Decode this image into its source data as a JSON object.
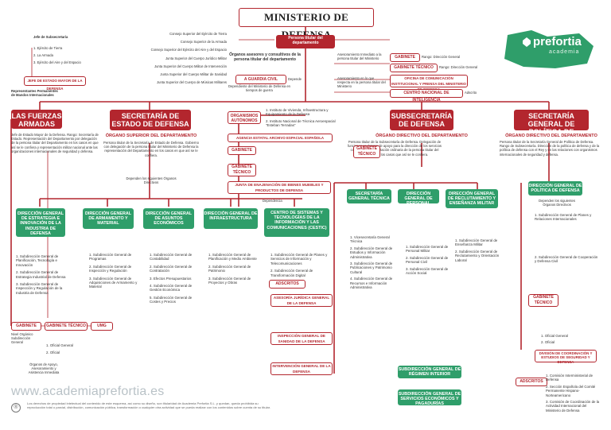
{
  "title": "MINISTERIO DE DEFENSA",
  "top": {
    "persona_titular": "Persona titular del departamento",
    "organos_asesores": "Órganos asesores y consultivos de la persona titular del departamento",
    "consejos": [
      "Consejo Superior del Ejército de Tierra",
      "Consejo Superior de la Armada",
      "Consejo Superior del Ejército del Aire y del Espacio",
      "Junta Superior del Cuerpo Jurídico Militar",
      "Junta Superior del Cuerpo Militar de Intervención",
      "Junta Superior del Cuerpo Militar de Sanidad",
      "Junta Superior del Cuerpo de Músicas Militares"
    ],
    "guardia_civil": "A GUARDIA CIVIL",
    "guardia_civil_note": "Dependiente del Ministerio de Defensa en tiempos de guerra",
    "depende": "Depende",
    "asesoramiento": "Asesoramiento en lo que respecta en la persona titular del Ministerio",
    "ayuda_label": "Adscrito",
    "gabinete_top": "GABINETE",
    "gabinete_top_rango": "Rango: Dirección General",
    "gabinete_tecnico_top": "GABINETE TÉCNICO",
    "gabinete_tecnico_rango": "Rango: Dirección General",
    "oficina_comunicacion": "OFICINA DE COMUNICACIÓN INSTITUCIONAL Y PRENSA DEL MINISTERIO DE DEFENSA",
    "centro_inteligencia": "CENTRO NACIONAL DE INTELIGENCIA",
    "adscrito": "Adscrito",
    "depende_2": "Depende",
    "asesor": "Asesoramiento Inmediato a la persona titular del Ministerio"
  },
  "left_col": {
    "jefe_subsecretaria": "Jefe de Subsecretaría",
    "items": [
      "1. Ejército de Tierra",
      "2. La Armada",
      "3. Ejército del Aire y del Espacio"
    ],
    "jemad": "JEFE DE ESTADO MAYOR DE LA DEFENSA",
    "representantes": "Representantes Permanentes de Mandos Internacionales",
    "fuerzas": "LAS FUERZAS ARMADAS",
    "fuerzas_text": "Jefe de Estado Mayor de la Defensa. Rango: Secretaría de Estado. Representación del Departamento por delegación de la persona titular del Departamento en los casos en que así se le confiera y representación militar nacional ante las organizaciones internacionales de seguridad y defensa."
  },
  "secedef": {
    "title": "SECRETARÍA DE ESTADO DE DEFENSA",
    "organo": "ÓRGANO SUPERIOR DEL DEPARTAMENTO",
    "text": "Persona titular de la Secretaría de Estado de Defensa. Gobierno con delegación de la persona titular del Ministerio de Defensa la representación del Departamento en los casos en que así se le confiera.",
    "dependen": "Dependen los siguientes Órganos Directivos",
    "dg1": "DIRECCIÓN GENERAL DE ESTRATEGIA E INNOVACIÓN DE LA INDUSTRIA DE DEFENSA",
    "dg2": "DIRECCIÓN GENERAL DE ARMAMENTO Y MATERIAL",
    "dg3": "DIRECCIÓN GENERAL DE ASUNTOS ECONÓMICOS",
    "dg4": "DIRECCIÓN GENERAL DE INFRAESTRUCTURA",
    "dg5": "CENTRO DE SISTEMAS Y TECNOLOGÍAS DE LA INFORMACIÓN Y LAS COMUNICACIONES (CESTIC)",
    "dg1_items": [
      "1. Subdirección General de Planificación, Tecnología e Innovación",
      "2. Subdirección General de Estrategia Industrial de Defensa",
      "3. Subdirección General de Inspección y Regulación de la Industria de Defensa"
    ],
    "dg2_items": [
      "1. Subdirección General de Programas",
      "2. Subdirección General de Inspección y Regulación",
      "3. Subdirección General de Adquisiciones de Armamento y Material"
    ],
    "dg3_items": [
      "1. Subdirección General de Contabilidad",
      "2. Subdirección General de Contratación",
      "3. Efectos Presupuestarios",
      "4. Subdirección General de Gestión Económica",
      "5. Subdirección General de Costes y Precios"
    ],
    "dg4_items": [
      "1. Subdirección General de Planificación y Medio Ambiente",
      "2. Subdirección General de Patrimonio",
      "3. Subdirección General de Proyectos y Obras"
    ],
    "dg5_items": [
      "1. Subdirección General de Planes y Servicios de Información y Telecomunicaciones",
      "2. Subdirección General de Transformación Digital"
    ],
    "gabinete": "GABINETE",
    "gabinete_tecnico": "GABINETE TÉCNICO",
    "umg": "UMG",
    "gabinete_note": "Nivel Orgánico Subdirección General",
    "gt_items": [
      "1. Oficial General",
      "2. Oficial"
    ],
    "organos_apoyo": "Órganos de Apoyo, Asesoramiento y Asistencia Inmediata"
  },
  "autonomos": {
    "title": "ORGANISMOS AUTÓNOMOS",
    "items": [
      "1. Instituto de Vivienda, Infraestructura y Equipamiento de la Defensa",
      "2. Instituto Nacional de Técnica Aeroespacial \"Esteban Terradas\""
    ],
    "agencia": "AGENCIA ESTATAL ARCHIVO ESPACIAL ESPAÑOLA",
    "gabinete": "GABINETE",
    "gabinete_tecnico": "GABINETE TÉCNICO",
    "junta": "JUNTA DE ENAJENACIÓN DE BIENES MUEBLES Y PRODUCTOS DE DEFENSA",
    "dependencia": "Dependencia"
  },
  "subdef": {
    "title": "SUBSECRETARÍA DE DEFENSA",
    "organo": "ÓRGANO DIRECTIVO DEL DEPARTAMENTO",
    "text": "Persona titular de la Subsecretaría de Defensa. Delegación de funciones en órgano de apoyo para la dirección de los servicios comunes. Representación ordinaria de la persona titular del Ministerio en los casos que así se le confiera.",
    "dependen": "Dependen los siguientes Órganos Directivos",
    "sgt": "SECRETARÍA GENERAL TÉCNICA",
    "dgp": "DIRECCIÓN GENERAL DE PERSONAL",
    "dgrem": "DIRECCIÓN GENERAL DE RECLUTAMIENTO Y ENSEÑANZA MILITAR",
    "asesoria": "ASESORÍA JURÍDICA GENERAL DE LA DEFENSA",
    "intervencion": "INTERVENCIÓN GENERAL DE LA DEFENSA",
    "inspeccion": "INSPECCIÓN GENERAL DE SANIDAD DE LA DEFENSA",
    "adscritos": "ADSCRITOS",
    "subdir_gestion": "SUBDIRECCIÓN GENERAL DE RÉGIMEN INTERIOR",
    "subdir_personal": "SUBDIRECCIÓN GENERAL DE SERVICIOS ECONÓMICOS Y PAGADURÍAS",
    "sgt_items": [
      "1. Vicesecretaría General Técnica",
      "2. Subdirección General de Estudios y Información Administrativa",
      "3. Subdirección General de Publicaciones y Patrimonio Cultural",
      "4. Subdirección General de Recursos e Información Administrativa"
    ],
    "dgp_items": [
      "1. Subdirección General de Personal Militar",
      "2. Subdirección General de Personal Civil",
      "3. Subdirección General de Acción Social"
    ],
    "dgrem_items": [
      "1. Subdirección General de Enseñanza Militar",
      "2. Subdirección General de Reclutamiento y Orientación Laboral"
    ],
    "gabinete": "GABINETE",
    "gabinete_tecnico": "GABINETE TÉCNICO"
  },
  "sgpd": {
    "title": "SECRETARÍA GENERAL DE POLÍTICA DE DEFENSA",
    "organo": "ÓRGANO DIRECTIVO DEL DEPARTAMENTO",
    "text": "Persona titular de la Secretaría General de Política de Defensa. Rango de Subsecretaría. Dirección de la política de defensa y de la política de defensa con el Rey y en las relaciones con organismos internacionales de seguridad y defensa.",
    "dgpd": "DIRECCIÓN GENERAL DE POLÍTICA DE DEFENSA",
    "dependen": "Dependen los siguientes Órganos Directivos",
    "items": [
      "1. Subdirección General de Planes y Relaciones Internacionales",
      "2. Subdirección General de Cooperación y Defensa Civil"
    ],
    "gabinete_tecnico": "GABINETE TÉCNICO",
    "adscritos": "ADSCRITOS",
    "division": "DIVISIÓN DE COORDINACIÓN Y ESTUDIOS DE SEGURIDAD Y DEFENSA",
    "gt_items": [
      "1. Oficial General",
      "2. Oficial"
    ],
    "adscritos_items": [
      "1. Comisión Interministerial de Defensa",
      "2. Sección Española del Comité Permanente Hispano-Norteamericano",
      "3. Comisión de Coordinación de la Actividad Internacional del Ministerio de Defensa"
    ]
  },
  "brand": {
    "name": "prefortia",
    "sub": "academia"
  },
  "footer": {
    "url": "www.academiaprefortia.es",
    "legal": "Los derechos de propiedad intelectual del contenido de este esquema, así como su diseño, son titularidad de Academia Prefortia S.L. y quedan, queda prohibida su reproducción total o parcial, distribución, comunicación pública, transformación o cualquier otra actividad que se pueda realizar con los contenidos sobre cuenta de su titular."
  }
}
